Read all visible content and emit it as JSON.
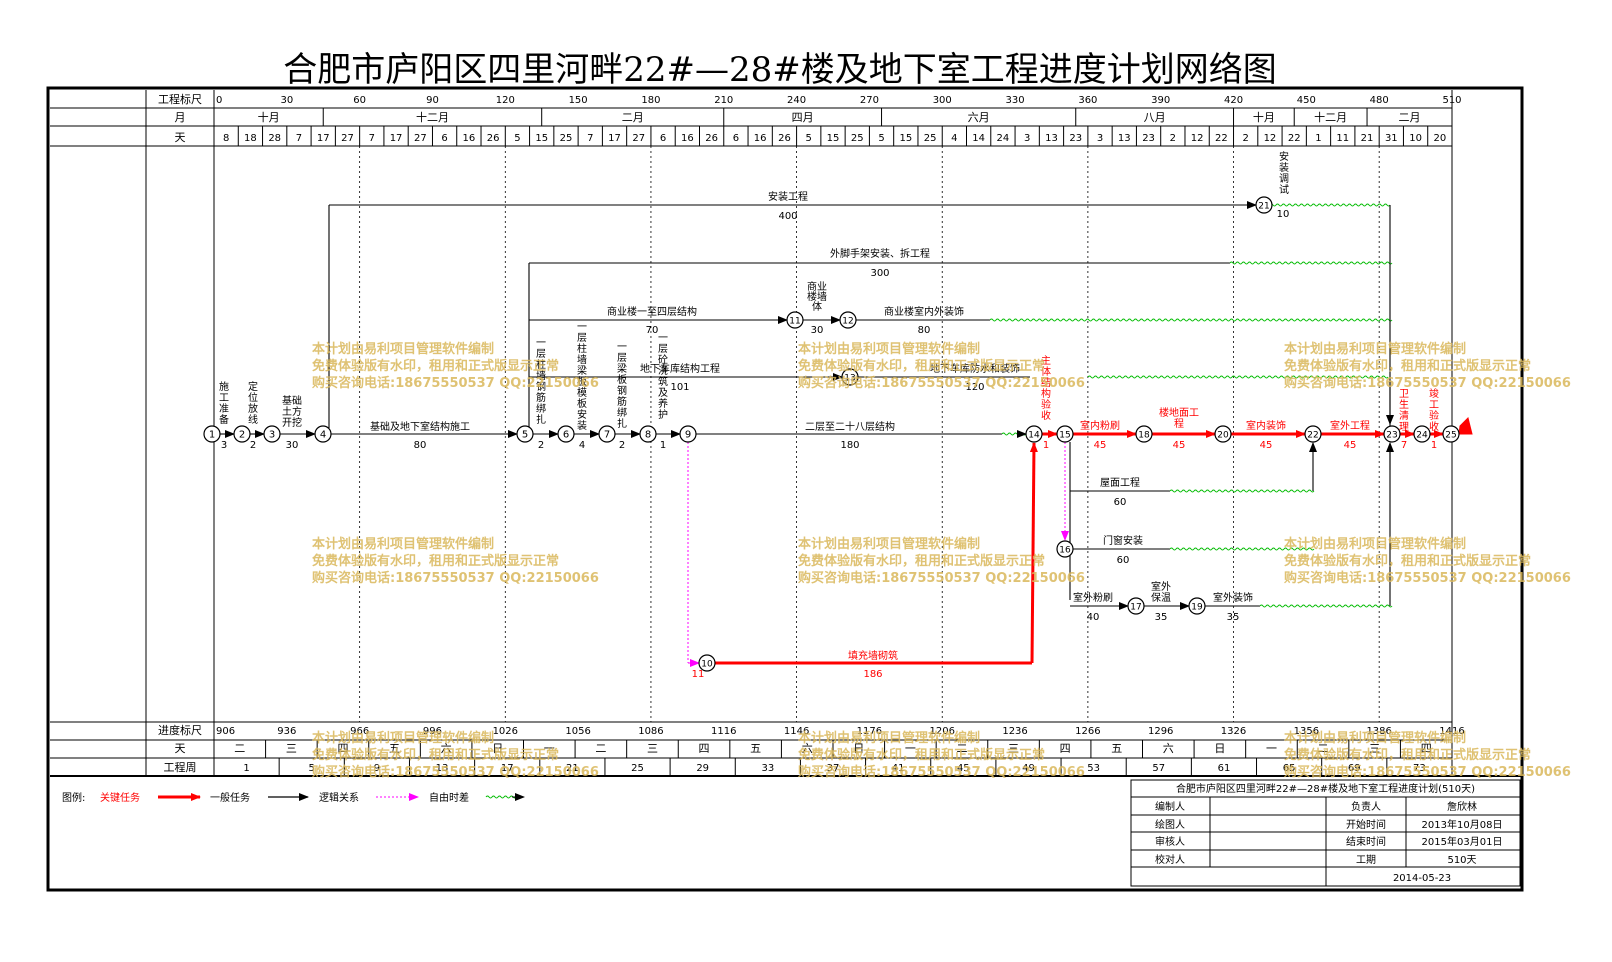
{
  "title": "合肥市庐阳区四里河畔22#—28#楼及地下室工程进度计划网络图",
  "scale_top": {
    "row_labels": [
      "工程标尺",
      "月",
      "天"
    ],
    "ticks": [
      {
        "day": 0,
        "label": "0"
      },
      {
        "day": 30,
        "label": "30"
      },
      {
        "day": 60,
        "label": "60"
      },
      {
        "day": 90,
        "label": "90"
      },
      {
        "day": 120,
        "label": "120"
      },
      {
        "day": 150,
        "label": "150"
      },
      {
        "day": 180,
        "label": "180"
      },
      {
        "day": 210,
        "label": "210"
      },
      {
        "day": 240,
        "label": "240"
      },
      {
        "day": 270,
        "label": "270"
      },
      {
        "day": 300,
        "label": "300"
      },
      {
        "day": 330,
        "label": "330"
      },
      {
        "day": 360,
        "label": "360"
      },
      {
        "day": 390,
        "label": "390"
      },
      {
        "day": 420,
        "label": "420"
      },
      {
        "day": 450,
        "label": "450"
      },
      {
        "day": 480,
        "label": "480"
      },
      {
        "day": 510,
        "label": "510"
      }
    ],
    "months": [
      {
        "label": "十月",
        "from": 0,
        "to": 1
      },
      {
        "label": "十二月",
        "from": 1,
        "to": 3
      },
      {
        "label": "二月",
        "from": 3,
        "to": 5
      },
      {
        "label": "四月",
        "from": 5,
        "to": 8
      },
      {
        "label": "六月",
        "from": 8,
        "to": 11
      },
      {
        "label": "八月",
        "from": 11,
        "to": 13
      },
      {
        "label": "十月",
        "from": 13,
        "to": 14
      },
      {
        "label": "十二月",
        "from": 14,
        "to": 16
      },
      {
        "label": "二月",
        "from": 16,
        "to": 17
      }
    ],
    "days": [
      "8",
      "18",
      "28",
      "7",
      "17",
      "27",
      "7",
      "17",
      "27",
      "6",
      "16",
      "26",
      "5",
      "15",
      "25",
      "7",
      "17",
      "27",
      "6",
      "16",
      "26",
      "6",
      "16",
      "26",
      "5",
      "15",
      "25",
      "5",
      "15",
      "25",
      "4",
      "14",
      "24",
      "3",
      "13",
      "23",
      "3",
      "13",
      "23",
      "2",
      "12",
      "22",
      "2",
      "12",
      "22",
      "1",
      "11",
      "21",
      "31",
      "10",
      "20"
    ]
  },
  "scale_bottom": {
    "row_labels": [
      "进度标尺",
      "天",
      "工程周"
    ],
    "dates": [
      "906",
      "936",
      "966",
      "996",
      "1026",
      "1056",
      "1086",
      "1116",
      "1146",
      "1176",
      "1206",
      "1236",
      "1266",
      "1296",
      "1326",
      "1356",
      "1386",
      "1416"
    ],
    "weekdays": [
      "二",
      "三",
      "四",
      "五",
      "六",
      "日",
      "一",
      "二",
      "三",
      "四",
      "五",
      "六",
      "日",
      "一",
      "二",
      "三",
      "四",
      "五",
      "六",
      "日",
      "一",
      "二",
      "三",
      "四"
    ],
    "weeks": [
      "1",
      "5",
      "9",
      "13",
      "17",
      "21",
      "25",
      "29",
      "33",
      "37",
      "41",
      "45",
      "49",
      "53",
      "57",
      "61",
      "65",
      "69",
      "73"
    ]
  },
  "nodes": [
    "1",
    "2",
    "3",
    "4",
    "5",
    "6",
    "7",
    "8",
    "9",
    "10",
    "11",
    "12",
    "13",
    "14",
    "15",
    "16",
    "17",
    "18",
    "19",
    "20",
    "21",
    "22",
    "23",
    "24",
    "25"
  ],
  "activities": [
    {
      "id": "a1",
      "name": "施工准备",
      "duration": "3",
      "critical": false
    },
    {
      "id": "a2",
      "name": "定位放线",
      "duration": "2",
      "critical": false
    },
    {
      "id": "a3",
      "name": "基础土方开挖",
      "duration": "30",
      "critical": false
    },
    {
      "id": "a4",
      "name": "基础及地下室结构施工",
      "duration": "80",
      "critical": false
    },
    {
      "id": "a5",
      "name": "一层柱墙钢筋绑扎",
      "duration": "2",
      "critical": false
    },
    {
      "id": "a6",
      "name": "一层柱墙梁板模板安装",
      "duration": "4",
      "critical": false
    },
    {
      "id": "a7",
      "name": "一层梁板钢筋绑扎",
      "duration": "2",
      "critical": false
    },
    {
      "id": "a8",
      "name": "一层砼浇筑及养护",
      "duration": "1",
      "critical": false
    },
    {
      "id": "a9",
      "name": "二层至二十八层结构",
      "duration": "180",
      "critical": false
    },
    {
      "id": "a10",
      "name": "安装工程",
      "duration": "400",
      "critical": false
    },
    {
      "id": "a11",
      "name": "外脚手架安装、拆工程",
      "duration": "300",
      "critical": false
    },
    {
      "id": "a12",
      "name": "商业楼一至四层结构",
      "duration": "70",
      "critical": false
    },
    {
      "id": "a13",
      "name": "商业楼墙体",
      "duration": "30",
      "critical": false
    },
    {
      "id": "a14",
      "name": "商业楼室内外装饰",
      "duration": "80",
      "critical": false
    },
    {
      "id": "a15",
      "name": "地下车库结构工程",
      "duration": "101",
      "critical": false
    },
    {
      "id": "a16",
      "name": "地下车库防水和装饰",
      "duration": "120",
      "critical": false
    },
    {
      "id": "a17",
      "name": "填充墙砌筑",
      "duration": "186",
      "critical": true
    },
    {
      "id": "a18",
      "name": "主体结构验收",
      "duration": "1",
      "critical": true
    },
    {
      "id": "a19",
      "name": "室内粉刷",
      "duration": "45",
      "critical": true
    },
    {
      "id": "a20",
      "name": "楼地面工程",
      "duration": "45",
      "critical": true
    },
    {
      "id": "a21",
      "name": "室内装饰",
      "duration": "45",
      "critical": true
    },
    {
      "id": "a22",
      "name": "室外工程",
      "duration": "45",
      "critical": true
    },
    {
      "id": "a23",
      "name": "卫生清理",
      "duration": "7",
      "critical": true
    },
    {
      "id": "a24",
      "name": "竣工验收",
      "duration": "1",
      "critical": true
    },
    {
      "id": "a25",
      "name": "屋面工程",
      "duration": "60",
      "critical": false
    },
    {
      "id": "a26",
      "name": "门窗安装",
      "duration": "60",
      "critical": false
    },
    {
      "id": "a27",
      "name": "室外粉刷",
      "duration": "40",
      "critical": false
    },
    {
      "id": "a28",
      "name": "室外保温",
      "duration": "35",
      "critical": false
    },
    {
      "id": "a29",
      "name": "室外装饰",
      "duration": "35",
      "critical": false
    },
    {
      "id": "a30",
      "name": "安装调试",
      "duration": "10",
      "critical": false
    },
    {
      "id": "a31",
      "name": "",
      "duration": "11",
      "critical": false
    }
  ],
  "watermark": {
    "line1": "本计划由易利项目管理软件编制",
    "line2": "免费体验版有水印，租用和正式版显示正常",
    "line3": "购买咨询电话:18675550537 QQ:22150066"
  },
  "legend": {
    "label": "图例:",
    "critical": "关键任务",
    "normal": "一般任务",
    "logic": "逻辑关系",
    "float": "自由时差"
  },
  "info_table": {
    "title": "合肥市庐阳区四里河畔22#—28#楼及地下室工程进度计划(510天)",
    "rows": [
      {
        "label": "编制人",
        "value": "",
        "label2": "负责人",
        "value2": "詹欣林"
      },
      {
        "label": "绘图人",
        "value": "",
        "label2": "开始时间",
        "value2": "2013年10月08日"
      },
      {
        "label": "审核人",
        "value": "",
        "label2": "结束时间",
        "value2": "2015年03月01日"
      },
      {
        "label": "校对人",
        "value": "",
        "label2": "工期",
        "value2": "510天"
      }
    ],
    "date": "2014-05-23"
  },
  "colors": {
    "critical": "#ff0000",
    "normal": "#000000",
    "float": "#00bb00",
    "logic_dashed": "#ff00ff",
    "watermark": "#d9b75a"
  }
}
